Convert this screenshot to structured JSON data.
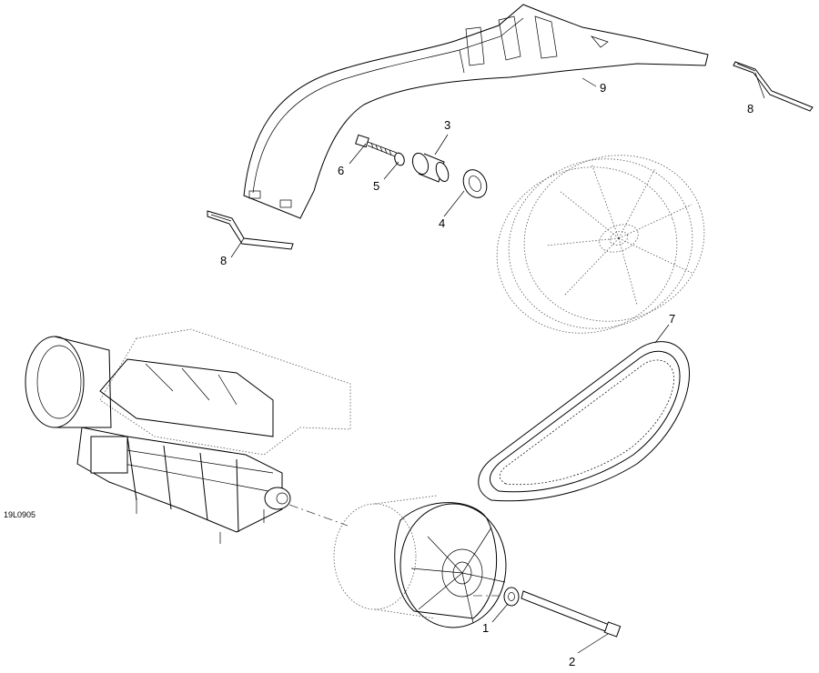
{
  "diagram": {
    "drawing_code": "19L0905",
    "callouts": [
      "1",
      "2",
      "3",
      "4",
      "5",
      "6",
      "7",
      "8",
      "8",
      "9"
    ]
  }
}
